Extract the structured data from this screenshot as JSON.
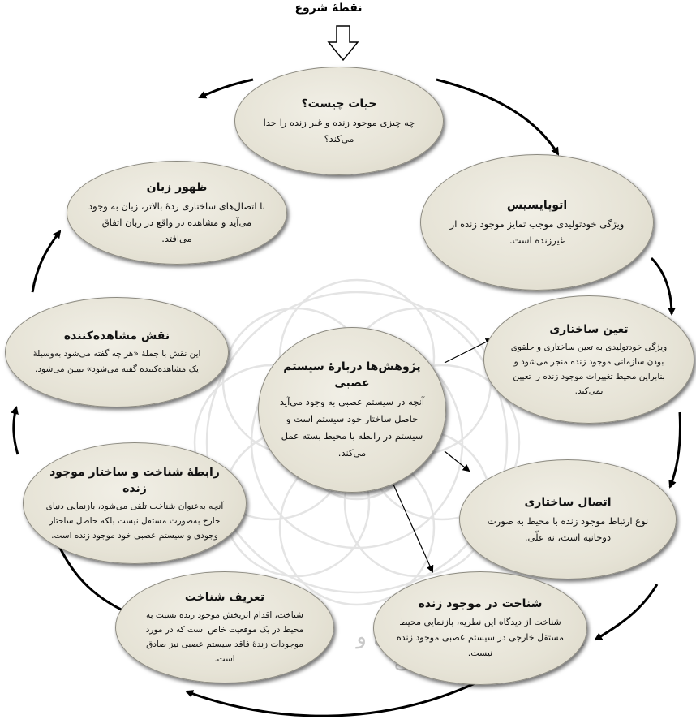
{
  "start_label": "نقطهٔ شروع",
  "nodes": {
    "life": {
      "title": "حیات چیست؟",
      "body": "چه چیزی موجود زنده و غیر زنده را جدا می‌کند؟"
    },
    "autopoiesis": {
      "title": "اتوپایسیس",
      "body": "ویژگی خودتولیدی موجب تمایز موجود زنده از غیرزنده است."
    },
    "structural_determinism": {
      "title": "تعین ساختاری",
      "body": "ویژگی خودتولیدی به تعین ساختاری و حلقوی بودن سازمانی موجود زنده منجر می‌شود و بنابراین محیط تغییرات موجود زنده را تعیین نمی‌کند."
    },
    "structural_coupling": {
      "title": "اتصال ساختاری",
      "body": "نوع ارتباط موجود زنده با محیط به صورت دوجانبه است، نه علّی."
    },
    "cognition_living": {
      "title": "شناخت در موجود زنده",
      "body": "شناخت از دیدگاه این نظریه، بازنمایی محیط مستقل خارجی در سیستم عصبی موجود زنده نیست."
    },
    "cognition_definition": {
      "title": "تعریف شناخت",
      "body": "شناخت، اقدام اثربخش موجود زنده نسبت به محیط در یک موقعیت خاص است که در مورد موجودات زندهٔ فاقد سیستم عصبی نیز صادق است."
    },
    "cognition_structure": {
      "title": "رابطهٔ شناخت و ساختار موجود زنده",
      "body": "آنچه به‌عنوان شناخت تلقی می‌شود، بازنمایی دنیای خارج به‌صورت مستقل نیست بلکه حاصل ساختار وجودی و سیستم عصبی خود موجود زنده است."
    },
    "observer_role": {
      "title": "نقش مشاهده‌کننده",
      "body": "این نقش با جملهٔ «هر چه گفته می‌شود به‌وسیلهٔ یک مشاهده‌کننده گفته می‌شود» تبیین می‌شود."
    },
    "language": {
      "title": "ظهور زبان",
      "body": "با اتصال‌های ساختاری ردهٔ بالاتر، زبان به وجود می‌آید و مشاهده در واقع در زبان اتفاق می‌افتد."
    },
    "nervous_system": {
      "title": "پژوهش‌ها دربارهٔ سیستم عصبی",
      "body": "آنچه در سیستم عصبی به وجود می‌آید حاصل ساختار خود سیستم است و سیستم در رابطه با محیط بسته عمل می‌کند."
    }
  },
  "watermark": "پرتال جامع علوم انسانی و مطالعات فرهنگی",
  "colors": {
    "node_fill": "#e6e3d6",
    "node_border": "#8c8a80",
    "arrow": "#000000",
    "watermark": "#c9c9c9"
  }
}
